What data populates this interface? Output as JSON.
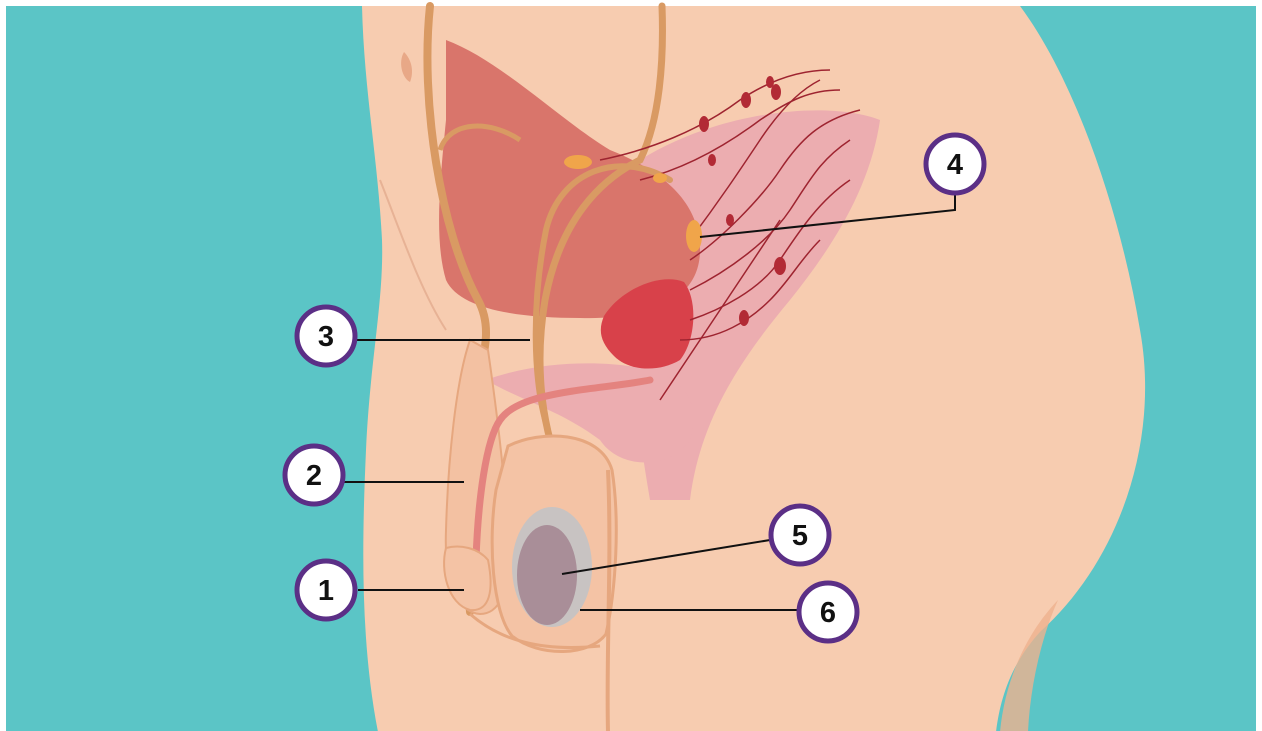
{
  "labels": [
    {
      "id": "1",
      "text": "1"
    },
    {
      "id": "2",
      "text": "2"
    },
    {
      "id": "3",
      "text": "3"
    },
    {
      "id": "4",
      "text": "4"
    },
    {
      "id": "5",
      "text": "5"
    },
    {
      "id": "6",
      "text": "6"
    }
  ],
  "colors": {
    "background": "#5bc5c6",
    "skin": "#f7ccb0",
    "skin_shadow": "#eeb28f",
    "vessel": "#d99a63",
    "bladder": "#d9756b",
    "prostate": "#d8414a",
    "pink_area": "#ecadb0",
    "lymph_vessel": "#9e2430",
    "lymph_node": "#b22a35",
    "orange_node": "#f0a54a",
    "tumor": "#a98e98",
    "tumor_rim": "#c8c3c2",
    "callout_ring": "#5b2f86",
    "leader_line": "#111111"
  }
}
